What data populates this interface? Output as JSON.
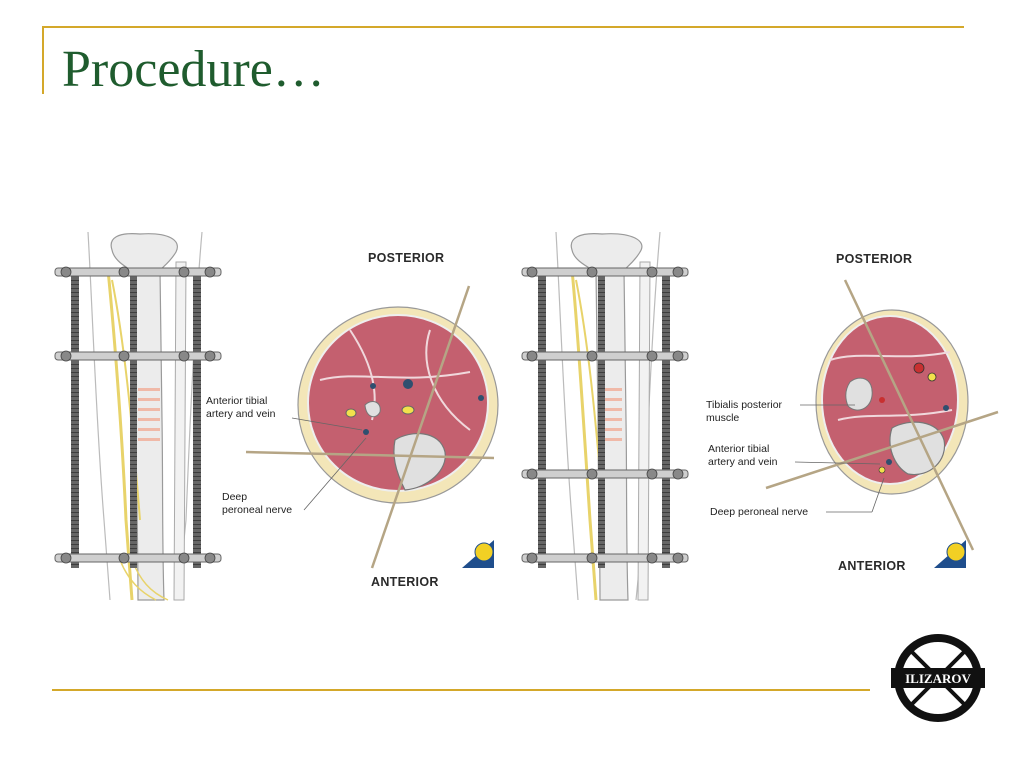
{
  "slide": {
    "title": "Procedure…",
    "accent_color": "#d4a82a",
    "title_color": "#1f5c2e"
  },
  "figure_left": {
    "orientation_top": "POSTERIOR",
    "orientation_bottom": "ANTERIOR",
    "labels": {
      "anterior_tibial_1": "Anterior tibial",
      "anterior_tibial_2": "artery and vein",
      "deep_peroneal_1": "Deep",
      "deep_peroneal_2": "peroneal nerve"
    }
  },
  "figure_right": {
    "orientation_top": "POSTERIOR",
    "orientation_bottom": "ANTERIOR",
    "labels": {
      "tibialis_posterior_1": "Tibialis posterior",
      "tibialis_posterior_2": "muscle",
      "anterior_tibial_1": "Anterior tibial",
      "anterior_tibial_2": "artery and vein",
      "deep_peroneal": "Deep peroneal nerve"
    }
  },
  "logo": {
    "text": "ILIZAROV",
    "icon": "ilizarov-logo-icon"
  },
  "colors": {
    "muscle": "#c4606f",
    "fat": "#f3e6b8",
    "bone": "#e6e6e6",
    "nerve": "#e8d36a",
    "wire": "#b5a585",
    "rod": "#555555"
  }
}
